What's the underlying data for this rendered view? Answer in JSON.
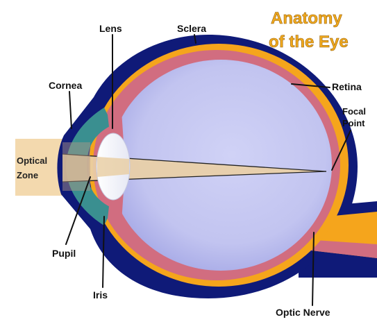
{
  "title": {
    "line1": "Anatomy",
    "line2": "of the Eye"
  },
  "labels": {
    "lens": "Lens",
    "sclera": "Sclera",
    "cornea": "Cornea",
    "retina": "Retina",
    "focal_line1": "Focal",
    "focal_line2": "Point",
    "optical_line1": "Optical",
    "optical_line2": "Zone",
    "pupil": "Pupil",
    "iris": "Iris",
    "optic_nerve": "Optic Nerve"
  },
  "colors": {
    "sclera": "#0f1a78",
    "retina": "#f5a51c",
    "choroid": "#d16d80",
    "vitreous": "#c4c6f0",
    "vitreous_edge": "#a3a7e8",
    "cornea": "#3a8f90",
    "optical_zone": "#f3d9ae",
    "light_beam": "#e9cfa6",
    "title": "#f0a91d"
  }
}
